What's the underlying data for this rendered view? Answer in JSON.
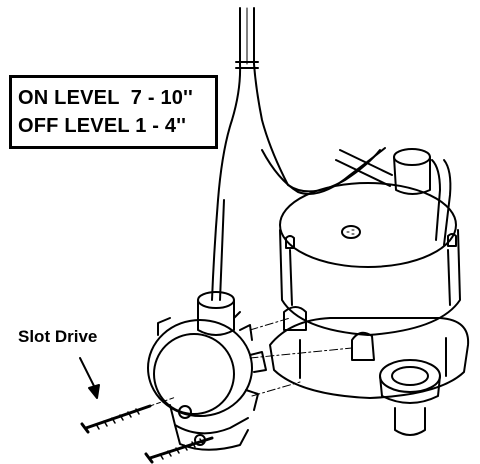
{
  "level_box": {
    "on_level": "ON LEVEL  7 - 10''",
    "off_level": "OFF LEVEL 1 - 4''"
  },
  "labels": {
    "slot_drive": "Slot Drive"
  },
  "colors": {
    "line": "#000000",
    "background": "#ffffff"
  },
  "icons": [
    "arrow-icon"
  ]
}
